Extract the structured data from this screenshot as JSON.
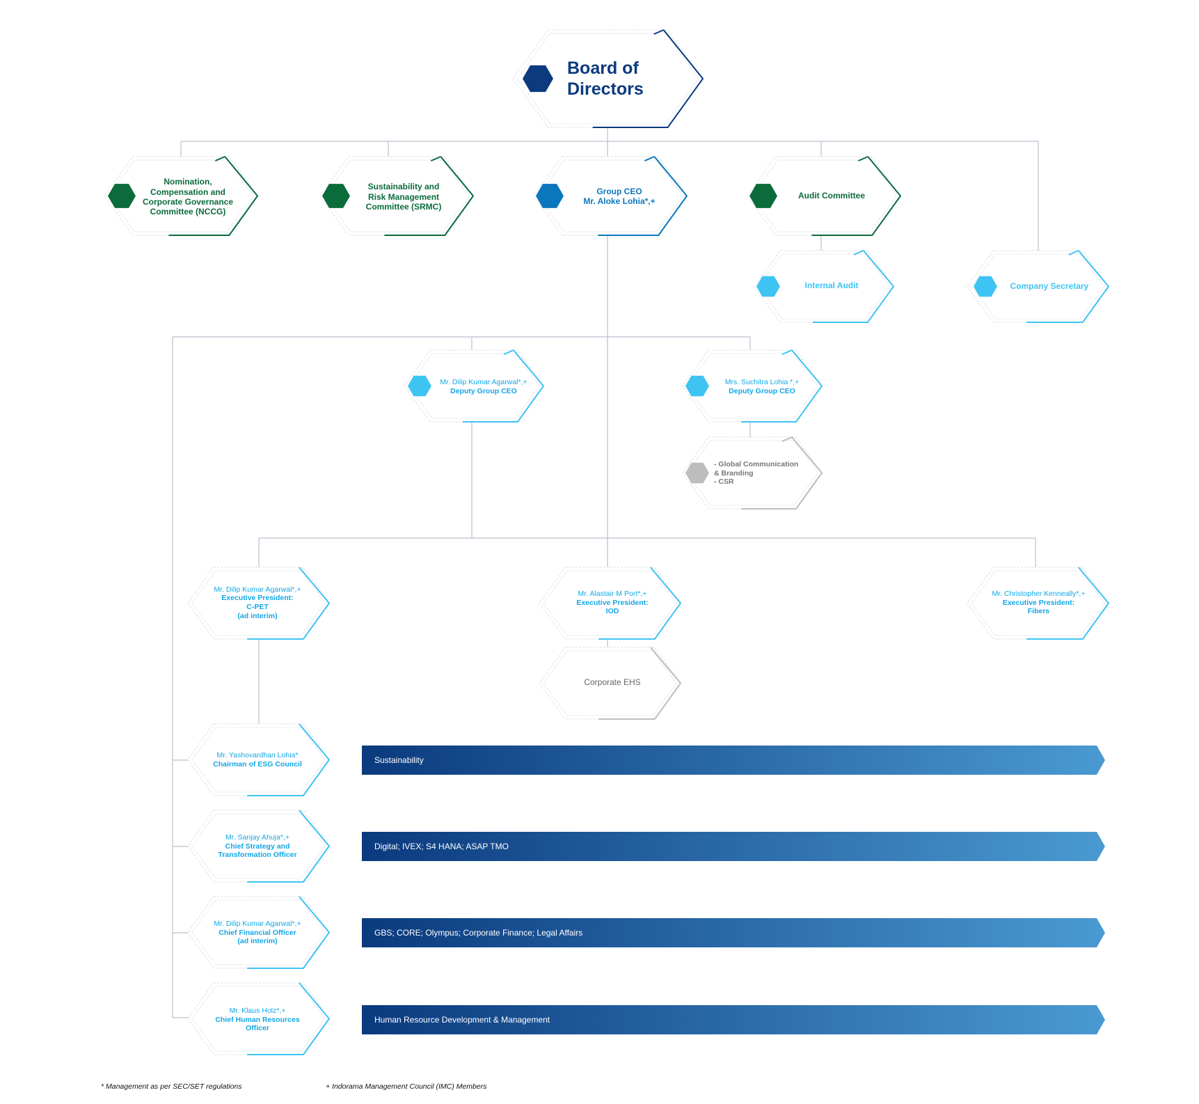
{
  "colors": {
    "navy": "#0b3a7e",
    "green": "#0b6b3a",
    "mid_blue": "#0a77bd",
    "light_blue": "#3ec4f2",
    "gray": "#bdbdbd",
    "text_blue": "#12a7e6",
    "connector": "#b9bfcc"
  },
  "board": {
    "line1": "Board of",
    "line2": "Directors"
  },
  "committees": {
    "nccg": {
      "lines": [
        "Nomination,",
        "Compensation and",
        "Corporate Governance",
        "Committee (NCCG)"
      ]
    },
    "srmc": {
      "lines": [
        "Sustainability and",
        "Risk Management",
        "Committee (SRMC)"
      ]
    },
    "audit": {
      "lines": [
        "Audit Committee"
      ]
    }
  },
  "group_ceo": {
    "title": "Group CEO",
    "name": "Mr. Aloke Lohia*,+"
  },
  "internal_audit": {
    "label": "Internal Audit"
  },
  "company_secretary": {
    "label": "Company Secretary"
  },
  "deputies": [
    {
      "name": "Mr. Dilip Kumar Agarwal*,+",
      "title": "Deputy Group CEO"
    },
    {
      "name": "Mrs. Suchitra Lohia *,+",
      "title": "Deputy Group CEO"
    }
  ],
  "communication": {
    "lines": [
      "- Global Communication",
      "& Branding",
      "- CSR"
    ]
  },
  "exec_presidents": [
    {
      "name": "Mr. Dilip Kumar Agarwal*,+",
      "lines": [
        "Executive President:",
        "C-PET",
        "(ad interim)"
      ]
    },
    {
      "name": "Mr. Alastair M Port*,+",
      "lines": [
        "Executive President:",
        "IOD"
      ]
    },
    {
      "name": "Mr. Christopher Kenneally*,+",
      "lines": [
        "Executive President:",
        "Fibers"
      ]
    }
  ],
  "corporate_ehs": {
    "label": "Corporate EHS"
  },
  "officers": [
    {
      "name": "Mr. Yashovardhan Lohia*",
      "lines": [
        "Chairman of ESG Council"
      ]
    },
    {
      "name": "Mr. Sanjay Ahuja*,+",
      "lines": [
        "Chief Strategy and",
        "Transformation Officer"
      ]
    },
    {
      "name": "Mr. Dilip Kumar Agarwal*,+",
      "lines": [
        "Chief Financial Officer",
        "(ad interim)"
      ]
    },
    {
      "name": "Mr. Klaus Holz*,+",
      "lines": [
        "Chief Human Resources",
        "Officer"
      ]
    }
  ],
  "bands": [
    {
      "label": "Sustainability"
    },
    {
      "label": "Digital; IVEX; S4 HANA; ASAP TMO"
    },
    {
      "label": "GBS; CORE; Olympus; Corporate Finance; Legal Affairs"
    },
    {
      "label": "Human Resource Development & Management"
    }
  ],
  "footnotes": {
    "management": "* Management as per SEC/SET regulations",
    "imc": "+ Indorama Management Council (IMC) Members"
  }
}
